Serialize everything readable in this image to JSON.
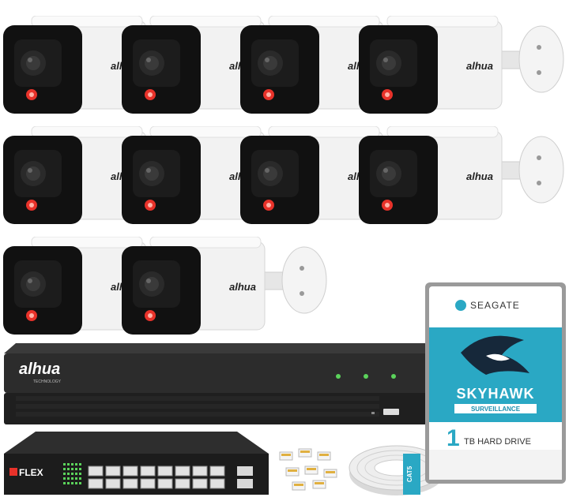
{
  "brand_logo": "alhua",
  "nvr": {
    "logo": "alhua",
    "logo_sub": "TECHNOLOGY"
  },
  "switch": {
    "brand": "FLEX"
  },
  "hdd": {
    "brand": "SEAGATE",
    "model": "SKYHAWK",
    "tagline": "SURVEILLANCE",
    "capacity_number": "1",
    "capacity_unit": "TB HARD DRIVE"
  },
  "cable": {
    "label": "CAT5"
  },
  "camera_count": 10,
  "colors": {
    "camera_body": "#f2f2f2",
    "camera_face": "#111111",
    "led_red": "#e8322a",
    "hdd_teal": "#2aa8c4",
    "hdd_dark": "#1a2a3a",
    "nvr_body": "#2a2a2a",
    "switch_body": "#1e1e1e",
    "port_green": "#5bd35b"
  }
}
